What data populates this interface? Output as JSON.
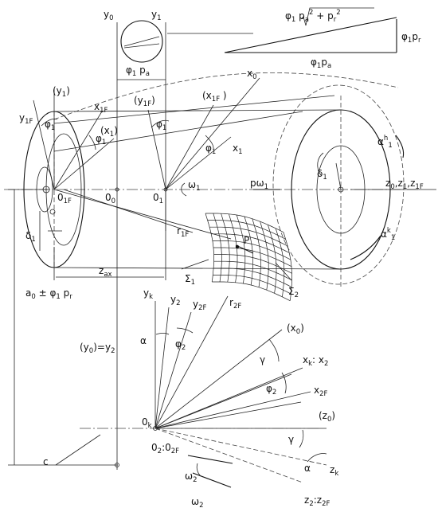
{
  "labels": {
    "y0_top": {
      "base": "y",
      "sub": "0"
    },
    "y1_top": {
      "base": "y",
      "sub": "1"
    },
    "y1_paren": {
      "base": "(y",
      "sub": "1",
      "tail": ")"
    },
    "y1F": {
      "base": "y",
      "sub": "1F"
    },
    "x1F": {
      "base": "x",
      "sub": "1F"
    },
    "y1F_paren": {
      "base": "(y",
      "sub": "1F",
      "tail": ")"
    },
    "x1_paren": {
      "base": "(x",
      "sub": "1",
      "tail": ")"
    },
    "x1F_paren": {
      "base": "(x",
      "sub": "1F",
      "tail": " )"
    },
    "x0": {
      "base": "x",
      "sub": "0"
    },
    "x1": {
      "base": "x",
      "sub": "1"
    },
    "phi1_a": {
      "base": "φ",
      "sub": "1"
    },
    "phi1_b": {
      "base": "φ",
      "sub": "1"
    },
    "phi1_c": {
      "base": "φ",
      "sub": "1"
    },
    "phi1_d": {
      "base": "φ",
      "sub": "1"
    },
    "phi1_pa_top": {
      "base": "φ",
      "sub": "1",
      "tail": " p",
      "sub2": "a"
    },
    "vec_sqrt": {
      "base": "φ",
      "sub": "1",
      "radicand": "p"
    },
    "vec_pr": {
      "base": "φ",
      "sub": "1",
      "tail": "p",
      "sub2": "r"
    },
    "vec_pa": {
      "base": "φ",
      "sub": "1",
      "tail": "p",
      "sub2": "a"
    },
    "O1F": {
      "base": "0",
      "sub": "1F"
    },
    "O0": {
      "base": "0",
      "sub": "0"
    },
    "O1": {
      "base": "0",
      "sub": "1"
    },
    "omega1": {
      "base": "ω",
      "sub": "1"
    },
    "p_omega1": {
      "base": "pω",
      "sub": "1"
    },
    "axis_z": {
      "text": "z",
      "sub": "0",
      "mid": ",z",
      "sub2": "1",
      "mid2": ",z",
      "sub3": "1F"
    },
    "alpha1h": {
      "base": "α",
      "sub": "1",
      "sup": "h"
    },
    "alpha1k": {
      "base": "α",
      "sub": "1",
      "sup": "k"
    },
    "delta1_a": {
      "base": "δ",
      "sub": "1"
    },
    "delta1_b": {
      "base": "δ",
      "sub": "1"
    },
    "r1F": {
      "base": "r",
      "sub": "1F"
    },
    "P": {
      "base": "P"
    },
    "Sigma1": {
      "base": "Σ",
      "sub": "1"
    },
    "Sigma2": {
      "base": "Σ",
      "sub": "2"
    },
    "zax": {
      "base": "z",
      "sub": "ax"
    },
    "a0": {
      "base": "a",
      "sub": "0",
      "tail": " ± φ",
      "sub2": "1",
      "tail2": " p",
      "sub3": "r"
    },
    "y0_eq_y2": {
      "base": "(y",
      "sub": "0",
      "tail": ")=y",
      "sub2": "2"
    },
    "yk": {
      "base": "y",
      "sub": "k"
    },
    "y2": {
      "base": "y",
      "sub": "2"
    },
    "y2F": {
      "base": "y",
      "sub": "2F"
    },
    "r2F": {
      "base": "r",
      "sub": "2F"
    },
    "alpha_top": {
      "base": "α"
    },
    "phi2_top": {
      "base": "φ",
      "sub": "2"
    },
    "x0_paren": {
      "base": "(x",
      "sub": "0",
      "tail": ")"
    },
    "gamma_top": {
      "base": "γ"
    },
    "xk_x2": {
      "base": "x",
      "sub": "k",
      "tail": ": x",
      "sub2": "2"
    },
    "phi2_mid": {
      "base": "φ",
      "sub": "2"
    },
    "x2F": {
      "base": "x",
      "sub": "2F"
    },
    "Ok": {
      "base": "0",
      "sub": "k"
    },
    "O2_O2F": {
      "base": "0",
      "sub": "2",
      "tail": ":0",
      "sub2": "2F"
    },
    "z0_paren": {
      "base": "(z",
      "sub": "0",
      "tail": ")"
    },
    "gamma_bot": {
      "base": "γ"
    },
    "c": {
      "base": "c"
    },
    "alpha_bot": {
      "base": "α"
    },
    "zk": {
      "base": "z",
      "sub": "k"
    },
    "omega2_a": {
      "base": "ω",
      "sub": "2"
    },
    "omega2_b": {
      "base": "ω",
      "sub": "2"
    },
    "z2_z2F": {
      "base": "z",
      "sub": "2",
      "tail": ":z",
      "sub2": "2F"
    }
  }
}
